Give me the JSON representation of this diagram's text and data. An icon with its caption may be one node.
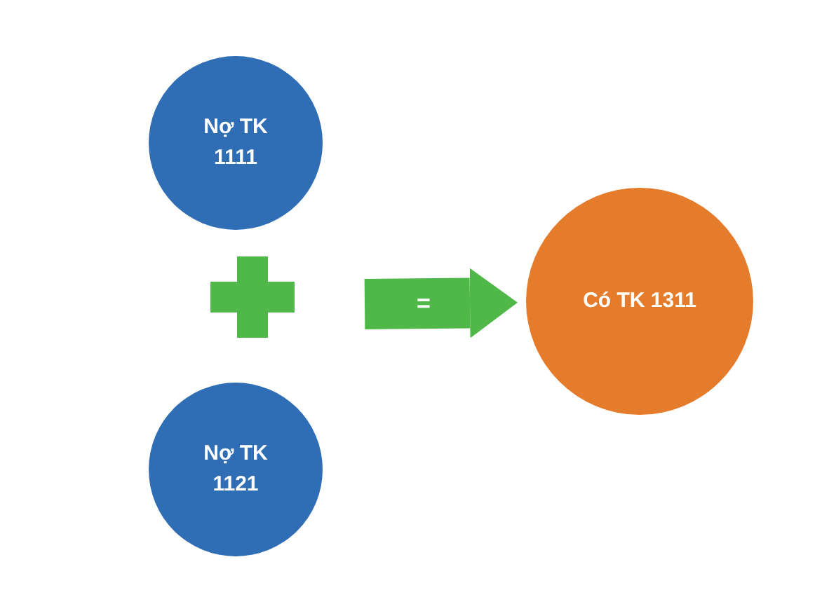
{
  "diagram": {
    "nodes": [
      {
        "text": [
          "Nợ TK 1111"
        ]
      },
      {
        "text": [
          "Nợ TK 1121"
        ]
      },
      {
        "text": [
          "Có TK 1311"
        ]
      }
    ],
    "edges": [
      {
        "from": null,
        "to": 2,
        "arrow": "to",
        "label": "="
      }
    ]
  }
}
